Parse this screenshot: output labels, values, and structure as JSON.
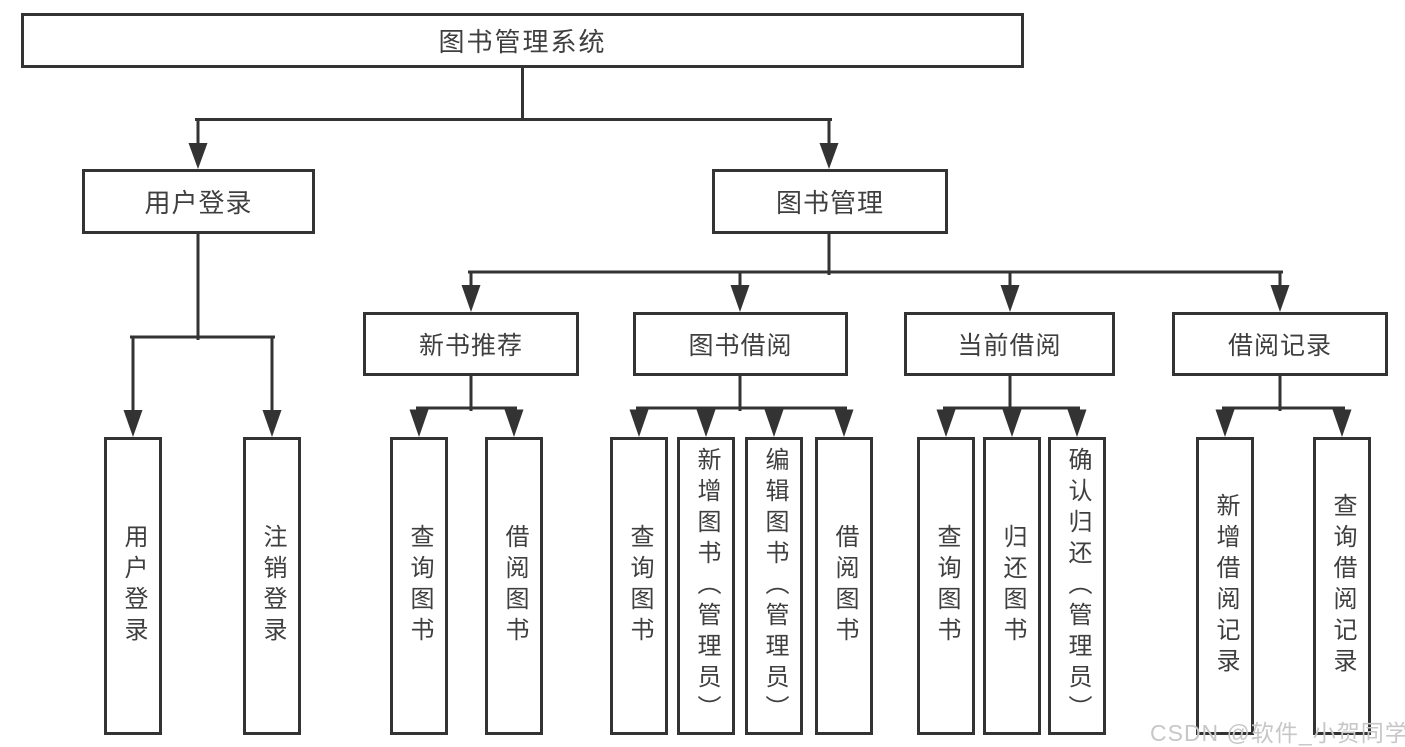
{
  "diagram": {
    "root": "图书管理系统",
    "level2": {
      "user_login": "用户登录",
      "book_mgmt": "图书管理"
    },
    "level3": {
      "new_books": "新书推荐",
      "book_borrow": "图书借阅",
      "current_borrow": "当前借阅",
      "borrow_records": "借阅记录"
    },
    "leaves": {
      "user_login": [
        "用户登录",
        "注销登录"
      ],
      "new_books": [
        "查询图书",
        "借阅图书"
      ],
      "book_borrow": [
        "查询图书",
        "新增图书（管理员）",
        "编辑图书（管理员）",
        "借阅图书"
      ],
      "current_borrow": [
        "查询图书",
        "归还图书",
        "确认归还（管理员）"
      ],
      "borrow_records": [
        "新增借阅记录",
        "查询借阅记录"
      ]
    }
  },
  "watermark": {
    "text": "CSDN @软件_小贺同学"
  },
  "colors": {
    "line": "#333333",
    "text": "#3f3f3f",
    "background": "#ffffff",
    "watermark": "#c7c7c7"
  }
}
